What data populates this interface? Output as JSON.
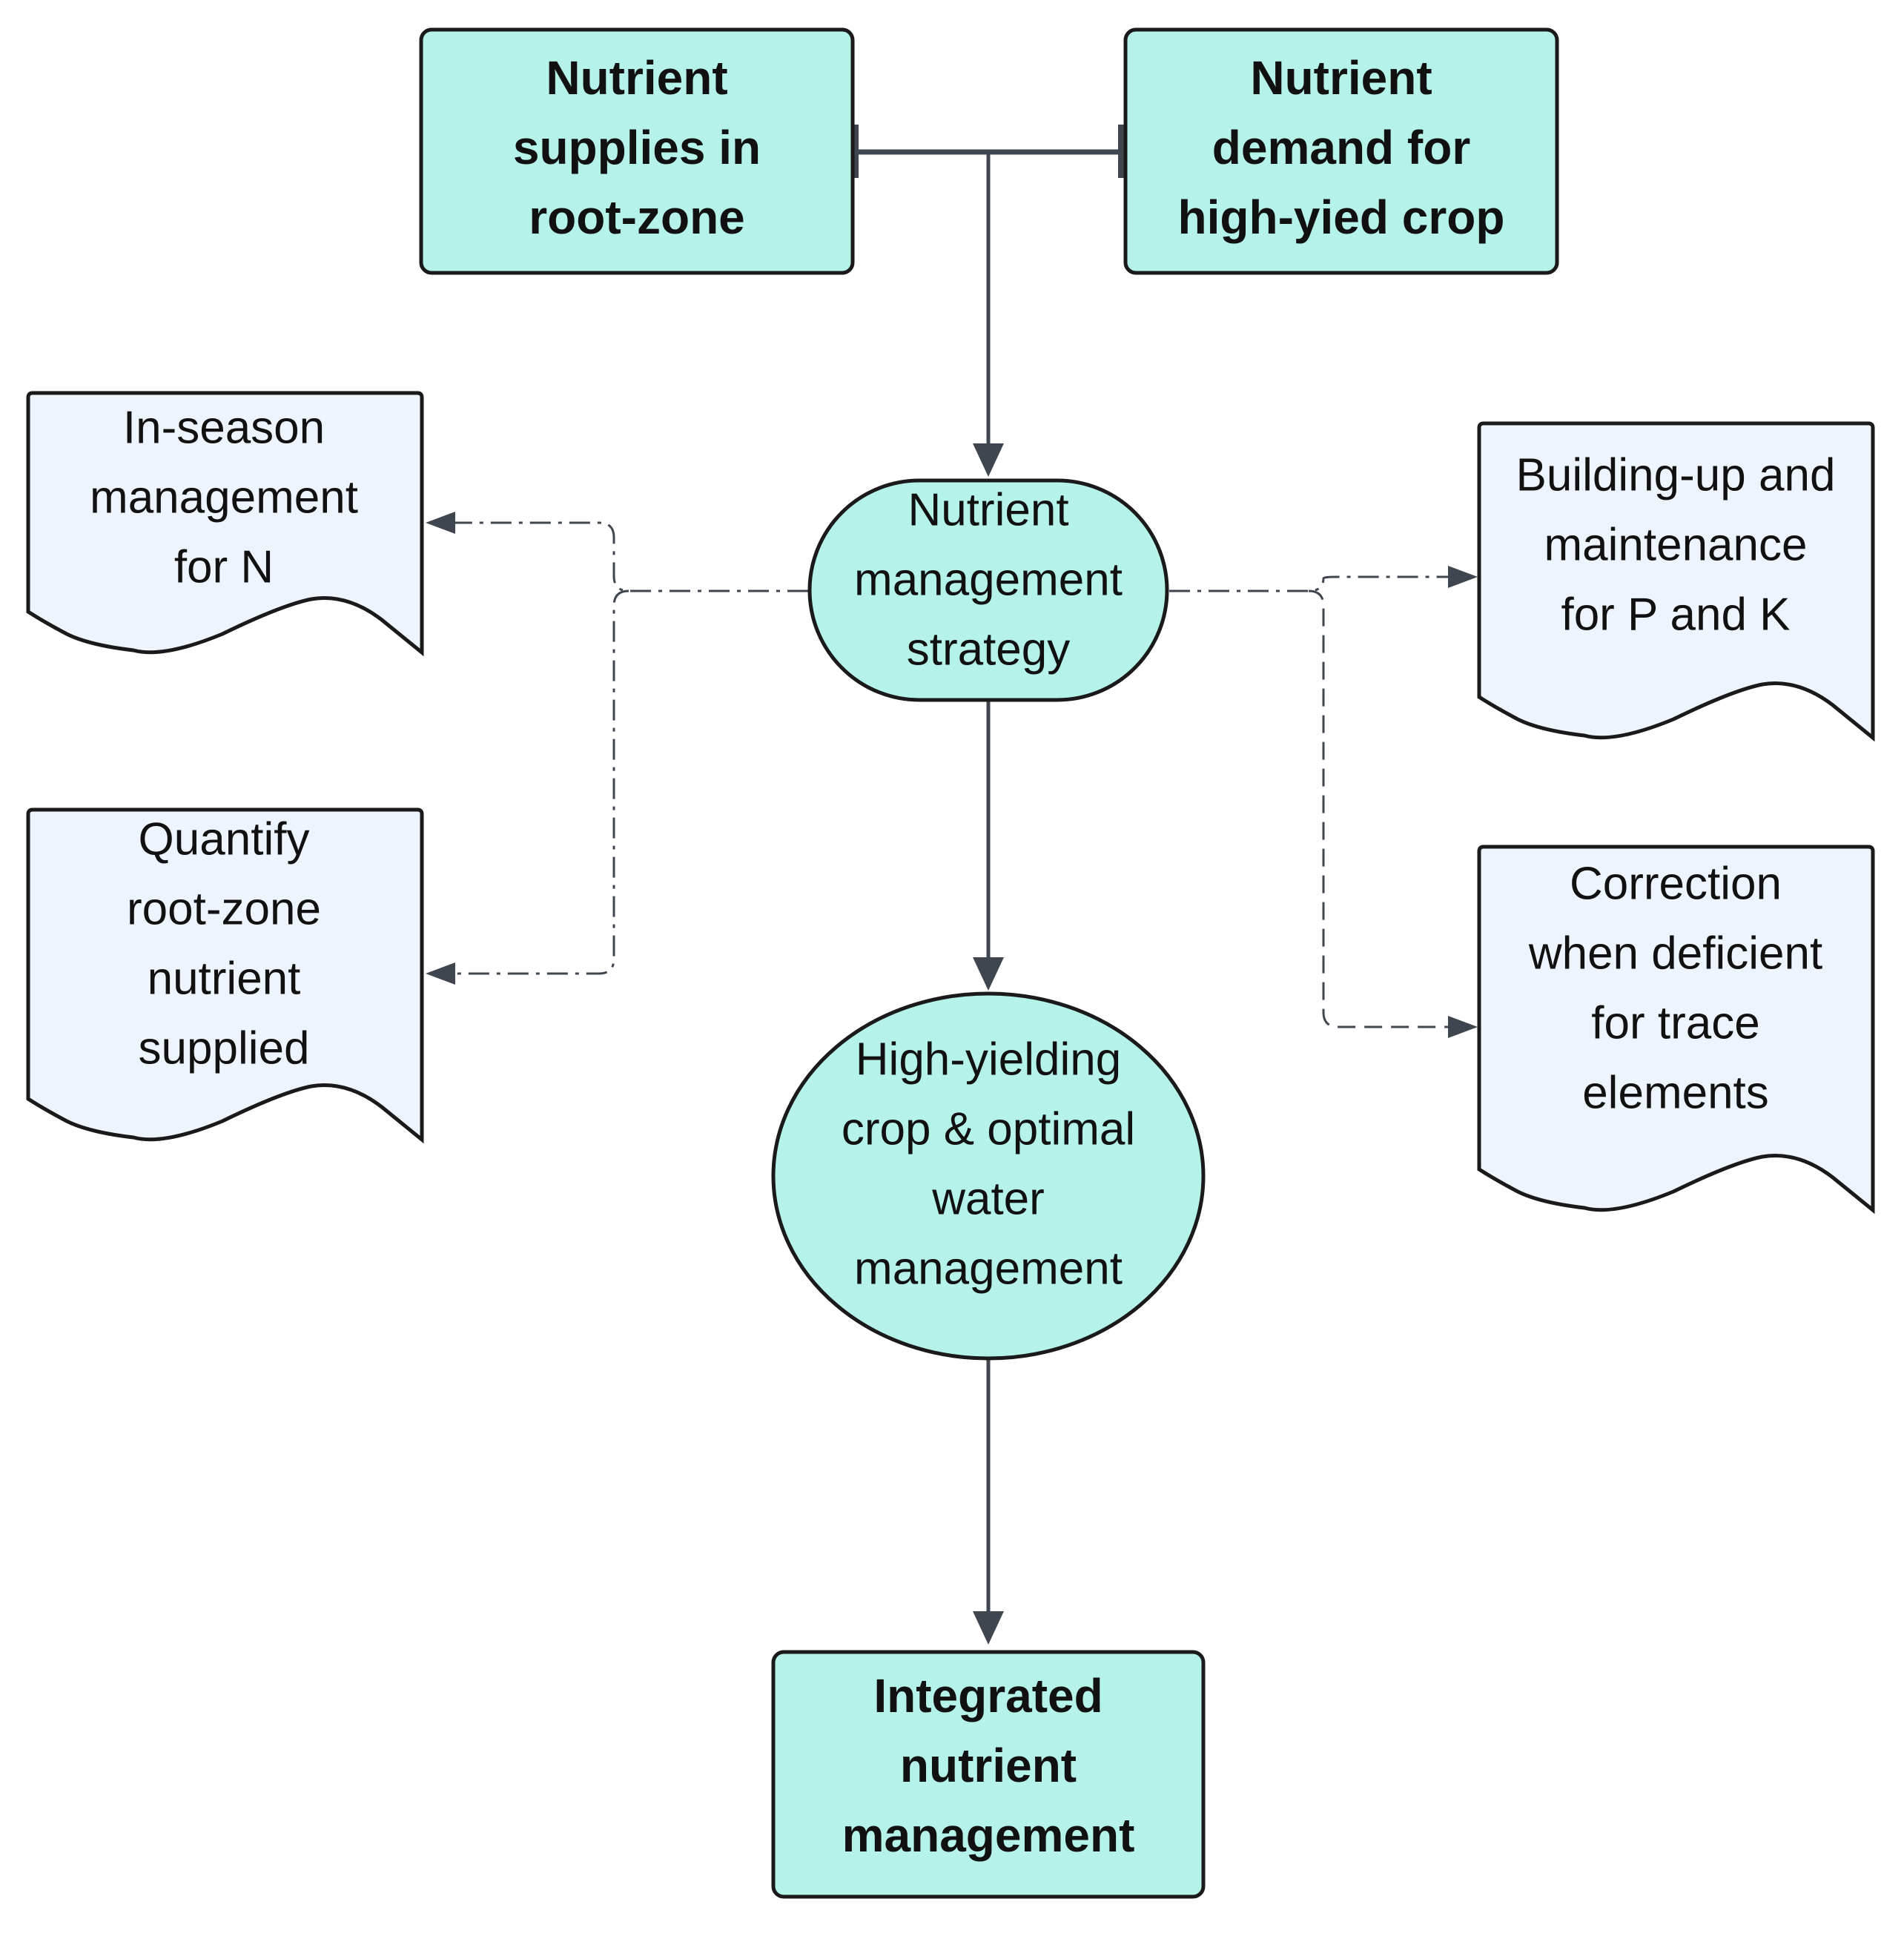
{
  "colors": {
    "teal_fill": "#b5f2ea",
    "doc_fill": "#eef4fe",
    "stroke": "#1a1a1a",
    "edge": "#3f4650"
  },
  "nodes": {
    "supplies": {
      "shape": "rectangle",
      "lines": [
        "Nutrient",
        "supplies in",
        "root-zone"
      ]
    },
    "demand": {
      "shape": "rectangle",
      "lines": [
        "Nutrient",
        "demand for",
        "high-yied crop"
      ]
    },
    "strategy": {
      "shape": "ellipse",
      "lines": [
        "Nutrient",
        "management",
        "strategy"
      ]
    },
    "in_season": {
      "shape": "document",
      "lines": [
        "In-season",
        "management",
        "for N"
      ]
    },
    "quantify": {
      "shape": "document",
      "lines": [
        "Quantify",
        "root-zone",
        "nutrient",
        "supplied"
      ]
    },
    "building": {
      "shape": "document",
      "lines": [
        "Building-up and",
        "maintenance",
        "for P and K"
      ]
    },
    "correction": {
      "shape": "document",
      "lines": [
        "Correction",
        "when deficient",
        "for trace",
        "elements"
      ]
    },
    "high_yield": {
      "shape": "ellipse",
      "lines": [
        "High-yielding",
        "crop & optimal",
        "water",
        "management"
      ]
    },
    "integrated": {
      "shape": "rectangle",
      "lines": [
        "Integrated",
        "nutrient",
        "management"
      ]
    }
  },
  "edges": [
    {
      "from": "supplies",
      "to": "demand",
      "style": "solid",
      "ends": "bars"
    },
    {
      "from": "supplies-demand",
      "to": "strategy",
      "style": "solid",
      "ends": "arrow"
    },
    {
      "from": "strategy",
      "to": "in_season",
      "style": "dash-dot",
      "ends": "arrow"
    },
    {
      "from": "strategy",
      "to": "quantify",
      "style": "dash-dot",
      "ends": "arrow"
    },
    {
      "from": "strategy",
      "to": "building",
      "style": "dash-dot",
      "ends": "arrow"
    },
    {
      "from": "strategy",
      "to": "correction",
      "style": "dashed",
      "ends": "arrow"
    },
    {
      "from": "strategy",
      "to": "high_yield",
      "style": "solid",
      "ends": "arrow"
    },
    {
      "from": "high_yield",
      "to": "integrated",
      "style": "solid",
      "ends": "arrow"
    }
  ]
}
